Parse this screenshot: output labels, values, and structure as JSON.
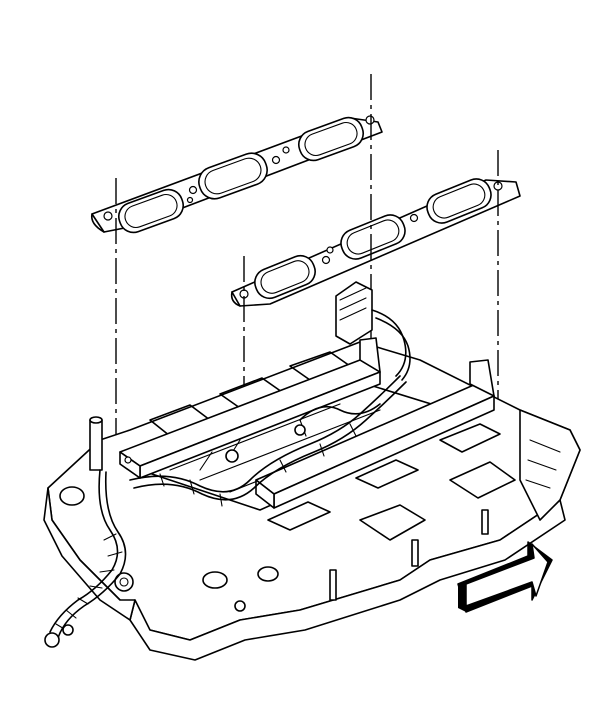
{
  "figure": {
    "components": [
      "upper-gasket-left-bank",
      "upper-gasket-right-bank",
      "lower-intake-manifold",
      "fuel-rail-left",
      "fuel-rail-right",
      "wiring-harness",
      "alignment-guides",
      "direction-arrow"
    ],
    "colors": {
      "line": "#000000",
      "background": "#ffffff",
      "arrow_shade": "#000000"
    },
    "arrow": {
      "direction": "front-of-vehicle",
      "icon": "front-arrow-icon"
    }
  }
}
